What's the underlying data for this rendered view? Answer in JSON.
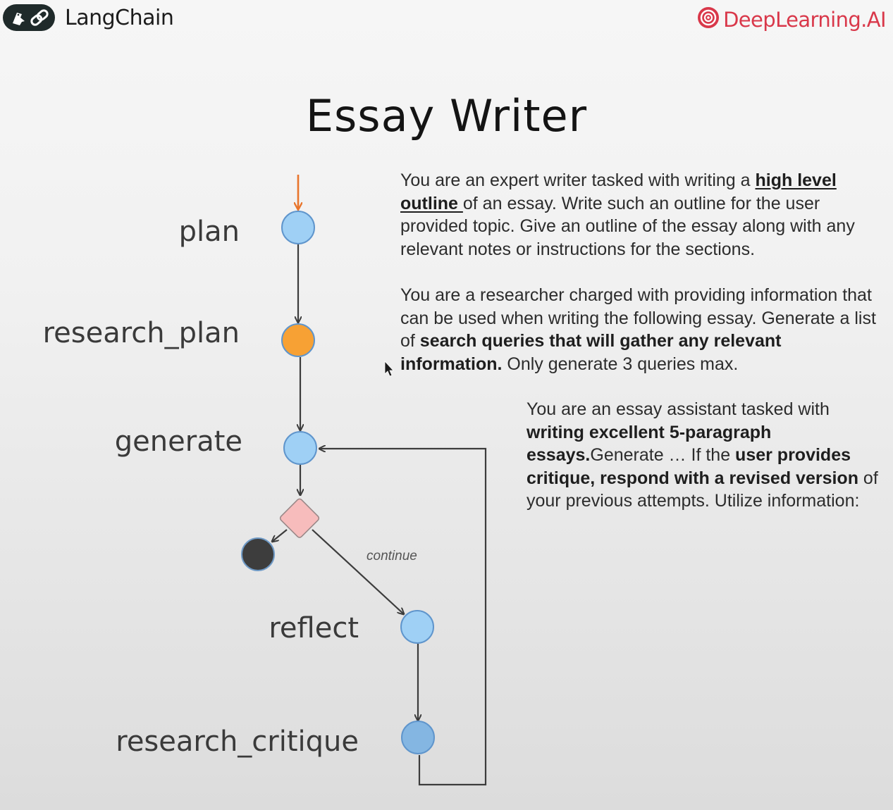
{
  "header": {
    "left_brand": "LangChain",
    "left_brand_icon": "parrot-link-icon",
    "right_brand": "DeepLearning.AI",
    "right_brand_icon": "deeplearning-ai-logo-icon"
  },
  "title": "Essay Writer",
  "nodes": {
    "plan": "plan",
    "research_plan": "research_plan",
    "generate": "generate",
    "reflect": "reflect",
    "research_critique": "research_critique"
  },
  "edges": {
    "continue_label": "continue"
  },
  "prompts": {
    "plan": {
      "p1": "You are an expert writer tasked with writing a ",
      "p2": "high level outline ",
      "p3": "of an essay. Write such an outline for the user provided topic. Give an outline of the essay along with any relevant notes or instructions for the sections."
    },
    "research_plan": {
      "p1": "You are a researcher charged with providing information that can be used when writing the following essay. Generate a list of ",
      "p2": "search queries that will gather any relevant information.",
      "p3": " Only generate 3 queries max."
    },
    "generate": {
      "p1": "You are an essay assistant tasked with ",
      "p2": "writing excellent 5-paragraph essays.",
      "p3": "Generate … If the ",
      "p4": "user provides critique, respond with a revised version",
      "p5": " of your previous attempts. Utilize information:"
    }
  },
  "colors": {
    "node_blue": "#9fd0f5",
    "node_blue_dark": "#84b6e2",
    "node_orange": "#f7a134",
    "decision_pink": "#f7bcbc",
    "end_node": "#3d3d3d",
    "entry_arrow": "#e8752c",
    "brand_red": "#d9384a"
  }
}
